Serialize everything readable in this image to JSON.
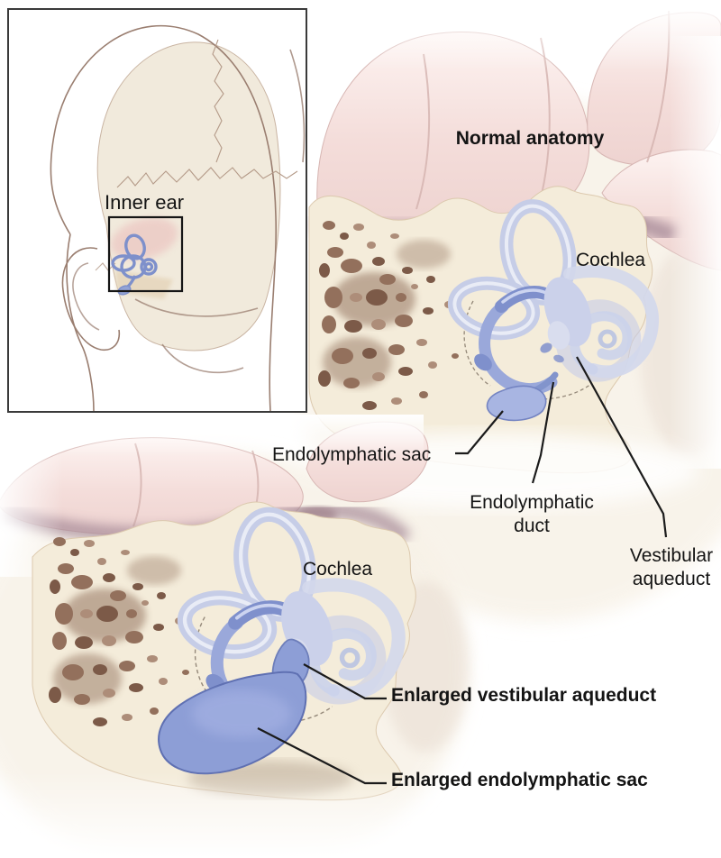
{
  "inset": {
    "label": "Inner ear"
  },
  "normal_panel": {
    "title": "Normal anatomy",
    "cochlea": "Cochlea",
    "endolymphatic_sac": "Endolymphatic sac",
    "endolymphatic_duct": {
      "line1": "Endolymphatic",
      "line2": "duct"
    },
    "vestibular_aqueduct": {
      "line1": "Vestibular",
      "line2": "aqueduct"
    }
  },
  "enlarged_panel": {
    "cochlea": "Cochlea",
    "enlarged_vestibular_aqueduct": "Enlarged vestibular aqueduct",
    "enlarged_endolymphatic_sac": "Enlarged endolymphatic sac"
  },
  "colors": {
    "labyrinth_light": "#c6cde7",
    "labyrinth_medium": "#9aa8da",
    "labyrinth_dark": "#7f90cc",
    "sac_fill": "#8d9ed6",
    "sac_light": "#a8b5e2",
    "bone": "#f4ecda",
    "pore_brown": "#8a6a56",
    "brain_pink": "#f2d9d6",
    "shadow_mauve": "#a78b99",
    "head_outline": "#9a7e70",
    "text": "#141414"
  }
}
